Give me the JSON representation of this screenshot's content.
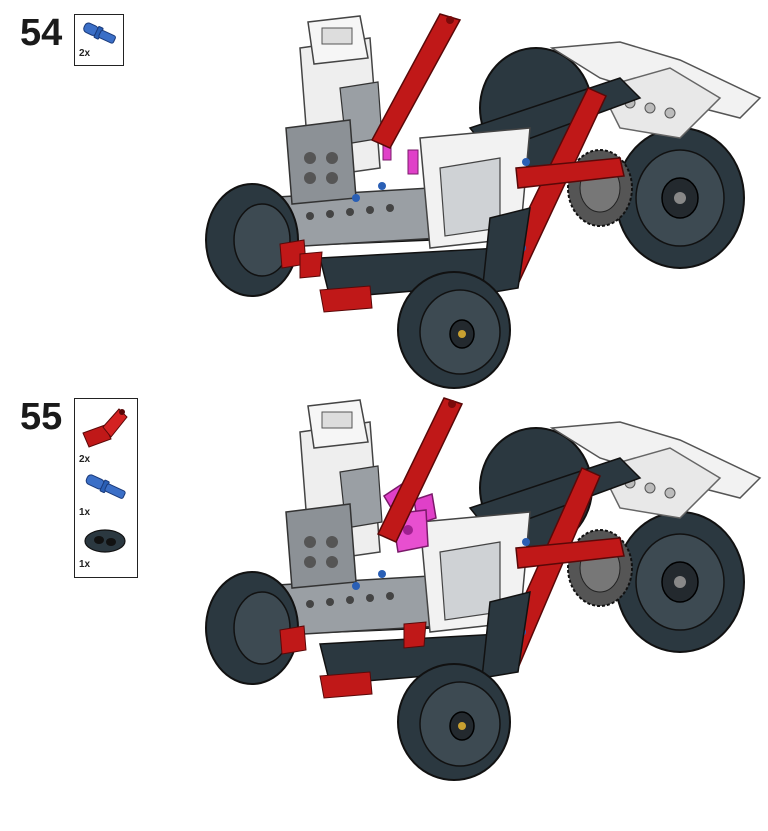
{
  "steps": [
    {
      "number": "54",
      "parts": [
        {
          "icon": "blue-axle-pin-icon",
          "qty": "2x"
        }
      ]
    },
    {
      "number": "55",
      "parts": [
        {
          "icon": "red-angle-connector-icon",
          "qty": "2x"
        },
        {
          "icon": "blue-axle-pin-icon",
          "qty": "1x"
        },
        {
          "icon": "dark-bush-icon",
          "qty": "1x"
        }
      ]
    }
  ],
  "colors": {
    "technic_red": "#c01818",
    "technic_blue": "#2a5fb5",
    "dark_bluish_gray": "#2b3840",
    "light_bluish_gray": "#9a9fa4",
    "white": "#f2f2f2",
    "magenta": "#e040c8"
  }
}
